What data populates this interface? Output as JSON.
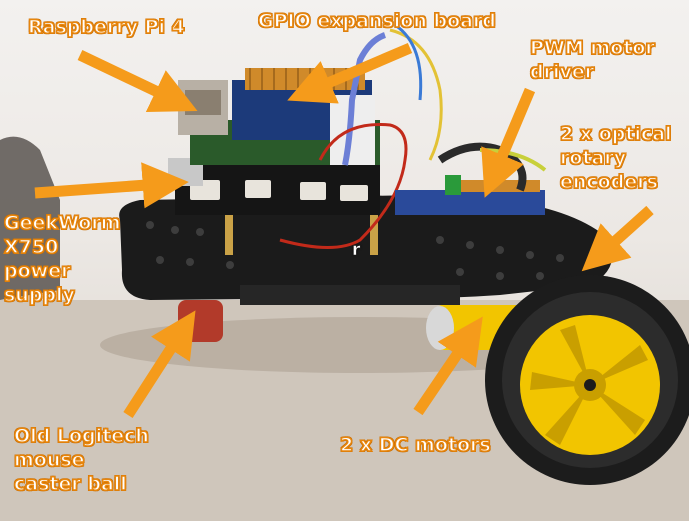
{
  "labels": {
    "raspberry_pi": {
      "lines": [
        "Raspberry Pi 4"
      ]
    },
    "gpio_board": {
      "lines": [
        "GPIO expansion board"
      ]
    },
    "pwm_driver": {
      "lines": [
        "PWM motor",
        "driver"
      ]
    },
    "encoders": {
      "lines": [
        "2 x optical",
        "rotary",
        "encoders"
      ]
    },
    "power_supply": {
      "lines": [
        "GeekWorm",
        "X750",
        "power",
        "supply"
      ]
    },
    "dc_motors": {
      "lines": [
        "2 x DC motors"
      ]
    },
    "caster": {
      "lines": [
        "Old Logitech",
        "mouse",
        "caster ball"
      ]
    },
    "marker": "r"
  },
  "colors": {
    "label_fill": "#ffffff",
    "label_outline": "#e8860c",
    "arrow": "#f59b1b",
    "chassis": "#1b1b1b",
    "wheel_hub": "#f2c500",
    "tire": "#1c1c1c",
    "motor": "#f2c500",
    "pcb_black": "#151515",
    "pcb_blue": "#1c3a7a",
    "header_pins": "#d08a2a"
  }
}
